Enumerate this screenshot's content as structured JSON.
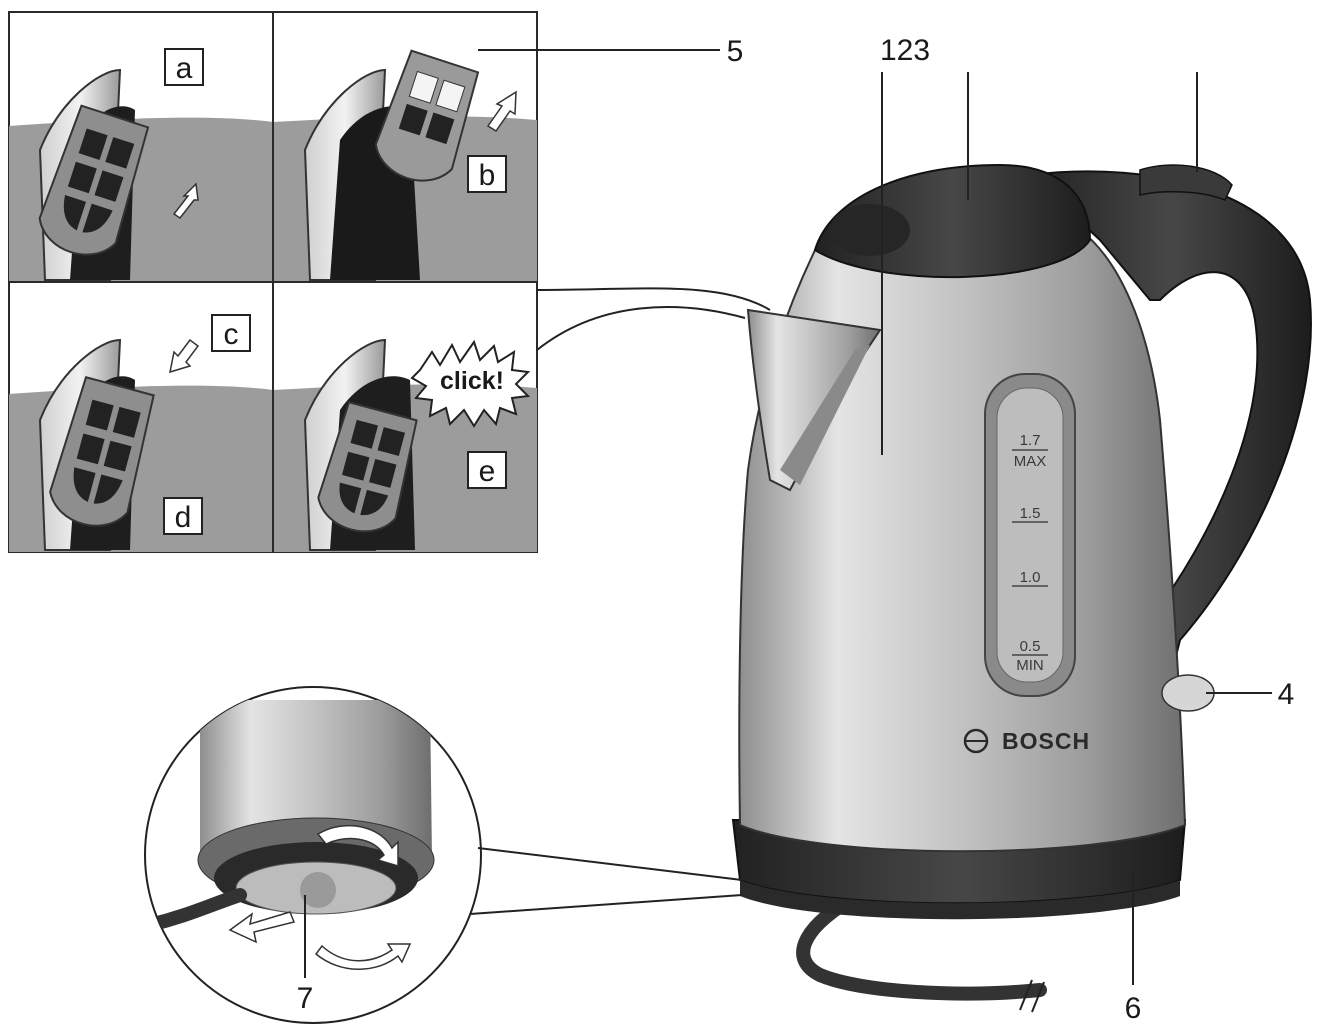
{
  "steps": [
    "a",
    "b",
    "c",
    "d",
    "e"
  ],
  "click_text": "click!",
  "brand": "BOSCH",
  "water_scale": {
    "max_value": "1.7",
    "max_label": "MAX",
    "mark_15": "1.5",
    "mark_10": "1.0",
    "min_value": "0.5",
    "min_label": "MIN"
  },
  "callouts": {
    "filter": "5",
    "lid_group": "123",
    "lid_release": "4",
    "base": "6",
    "cord_storage": "7"
  },
  "colors": {
    "panel_background": "#9a9a9a",
    "dark_plastic": "#333333",
    "steel": "#c9c9c9"
  }
}
